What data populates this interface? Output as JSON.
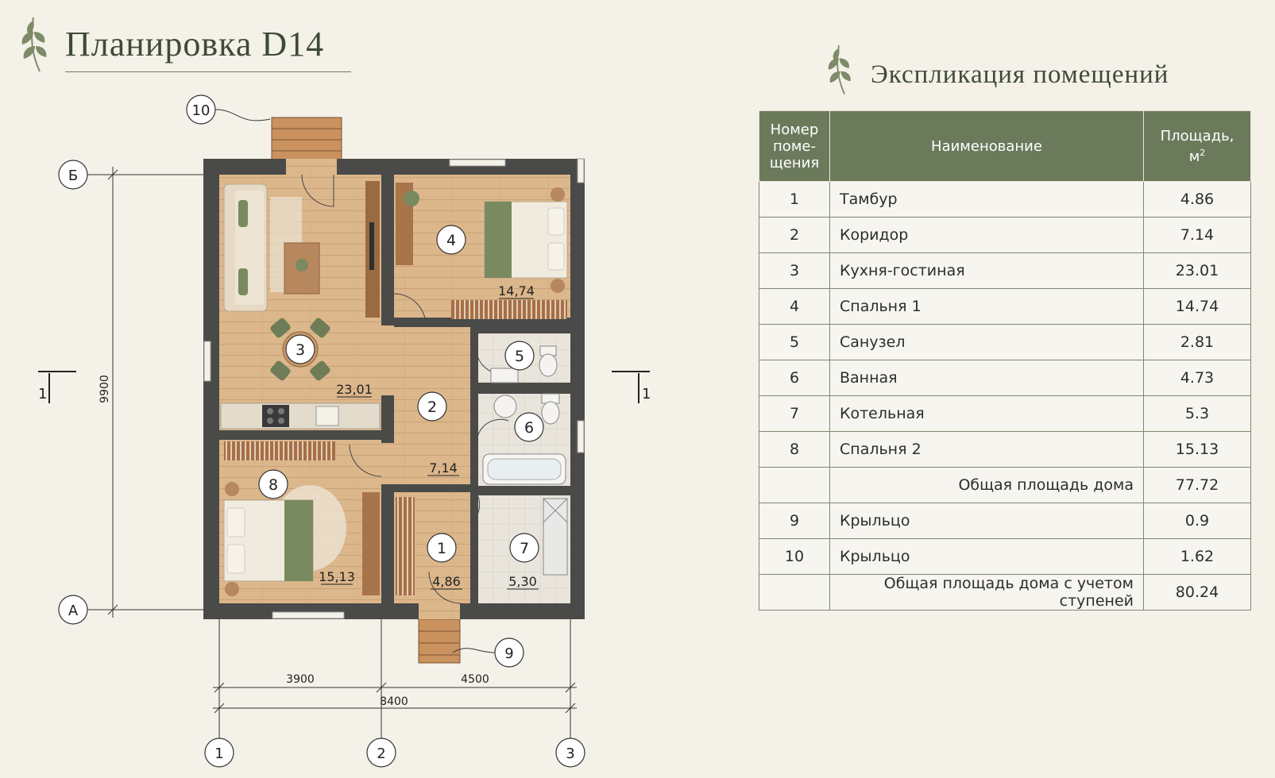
{
  "title": "Планировка D14",
  "explication_title": "Экспликация помещений",
  "table": {
    "headers": {
      "number": [
        "Номер",
        "поме-",
        "щения"
      ],
      "name": "Наименование",
      "area": [
        "Площадь,",
        "м",
        "2"
      ]
    },
    "rows": [
      {
        "num": "1",
        "name": "Тамбур",
        "area": "4.86"
      },
      {
        "num": "2",
        "name": "Коридор",
        "area": "7.14"
      },
      {
        "num": "3",
        "name": "Кухня-гостиная",
        "area": "23.01"
      },
      {
        "num": "4",
        "name": "Спальня 1",
        "area": "14.74"
      },
      {
        "num": "5",
        "name": "Санузел",
        "area": "2.81"
      },
      {
        "num": "6",
        "name": "Ванная",
        "area": "4.73"
      },
      {
        "num": "7",
        "name": "Котельная",
        "area": "5.3"
      },
      {
        "num": "8",
        "name": "Спальня 2",
        "area": "15.13"
      },
      {
        "num": "",
        "name": "Общая площадь дома",
        "area": "77.72",
        "total": true
      },
      {
        "num": "9",
        "name": "Крыльцо",
        "area": "0.9"
      },
      {
        "num": "10",
        "name": "Крыльцо",
        "area": "1.62"
      },
      {
        "num": "",
        "name": "Общая площадь дома с учетом ступеней",
        "area": "80.24",
        "total": true
      }
    ]
  },
  "plan": {
    "room_labels": [
      "1",
      "2",
      "3",
      "4",
      "5",
      "6",
      "7",
      "8"
    ],
    "room_areas": [
      "4,86",
      "7,14",
      "23,01",
      "14,74",
      "5,30",
      "15,13"
    ],
    "porch_labels": [
      "9",
      "10"
    ],
    "axes_letters": [
      "Б",
      "А"
    ],
    "axes_numbers": [
      "1",
      "2",
      "3"
    ],
    "dimensions": {
      "left_span": "3900",
      "right_span": "4500",
      "total_width": "8400",
      "height": "9900"
    },
    "section_mark": "1"
  },
  "colors": {
    "background": "#f4f1e9",
    "accent_green": "#6b7a5b",
    "wall": "#4a4a48",
    "floor": "#d9b48a",
    "tile": "#e7e3da"
  }
}
